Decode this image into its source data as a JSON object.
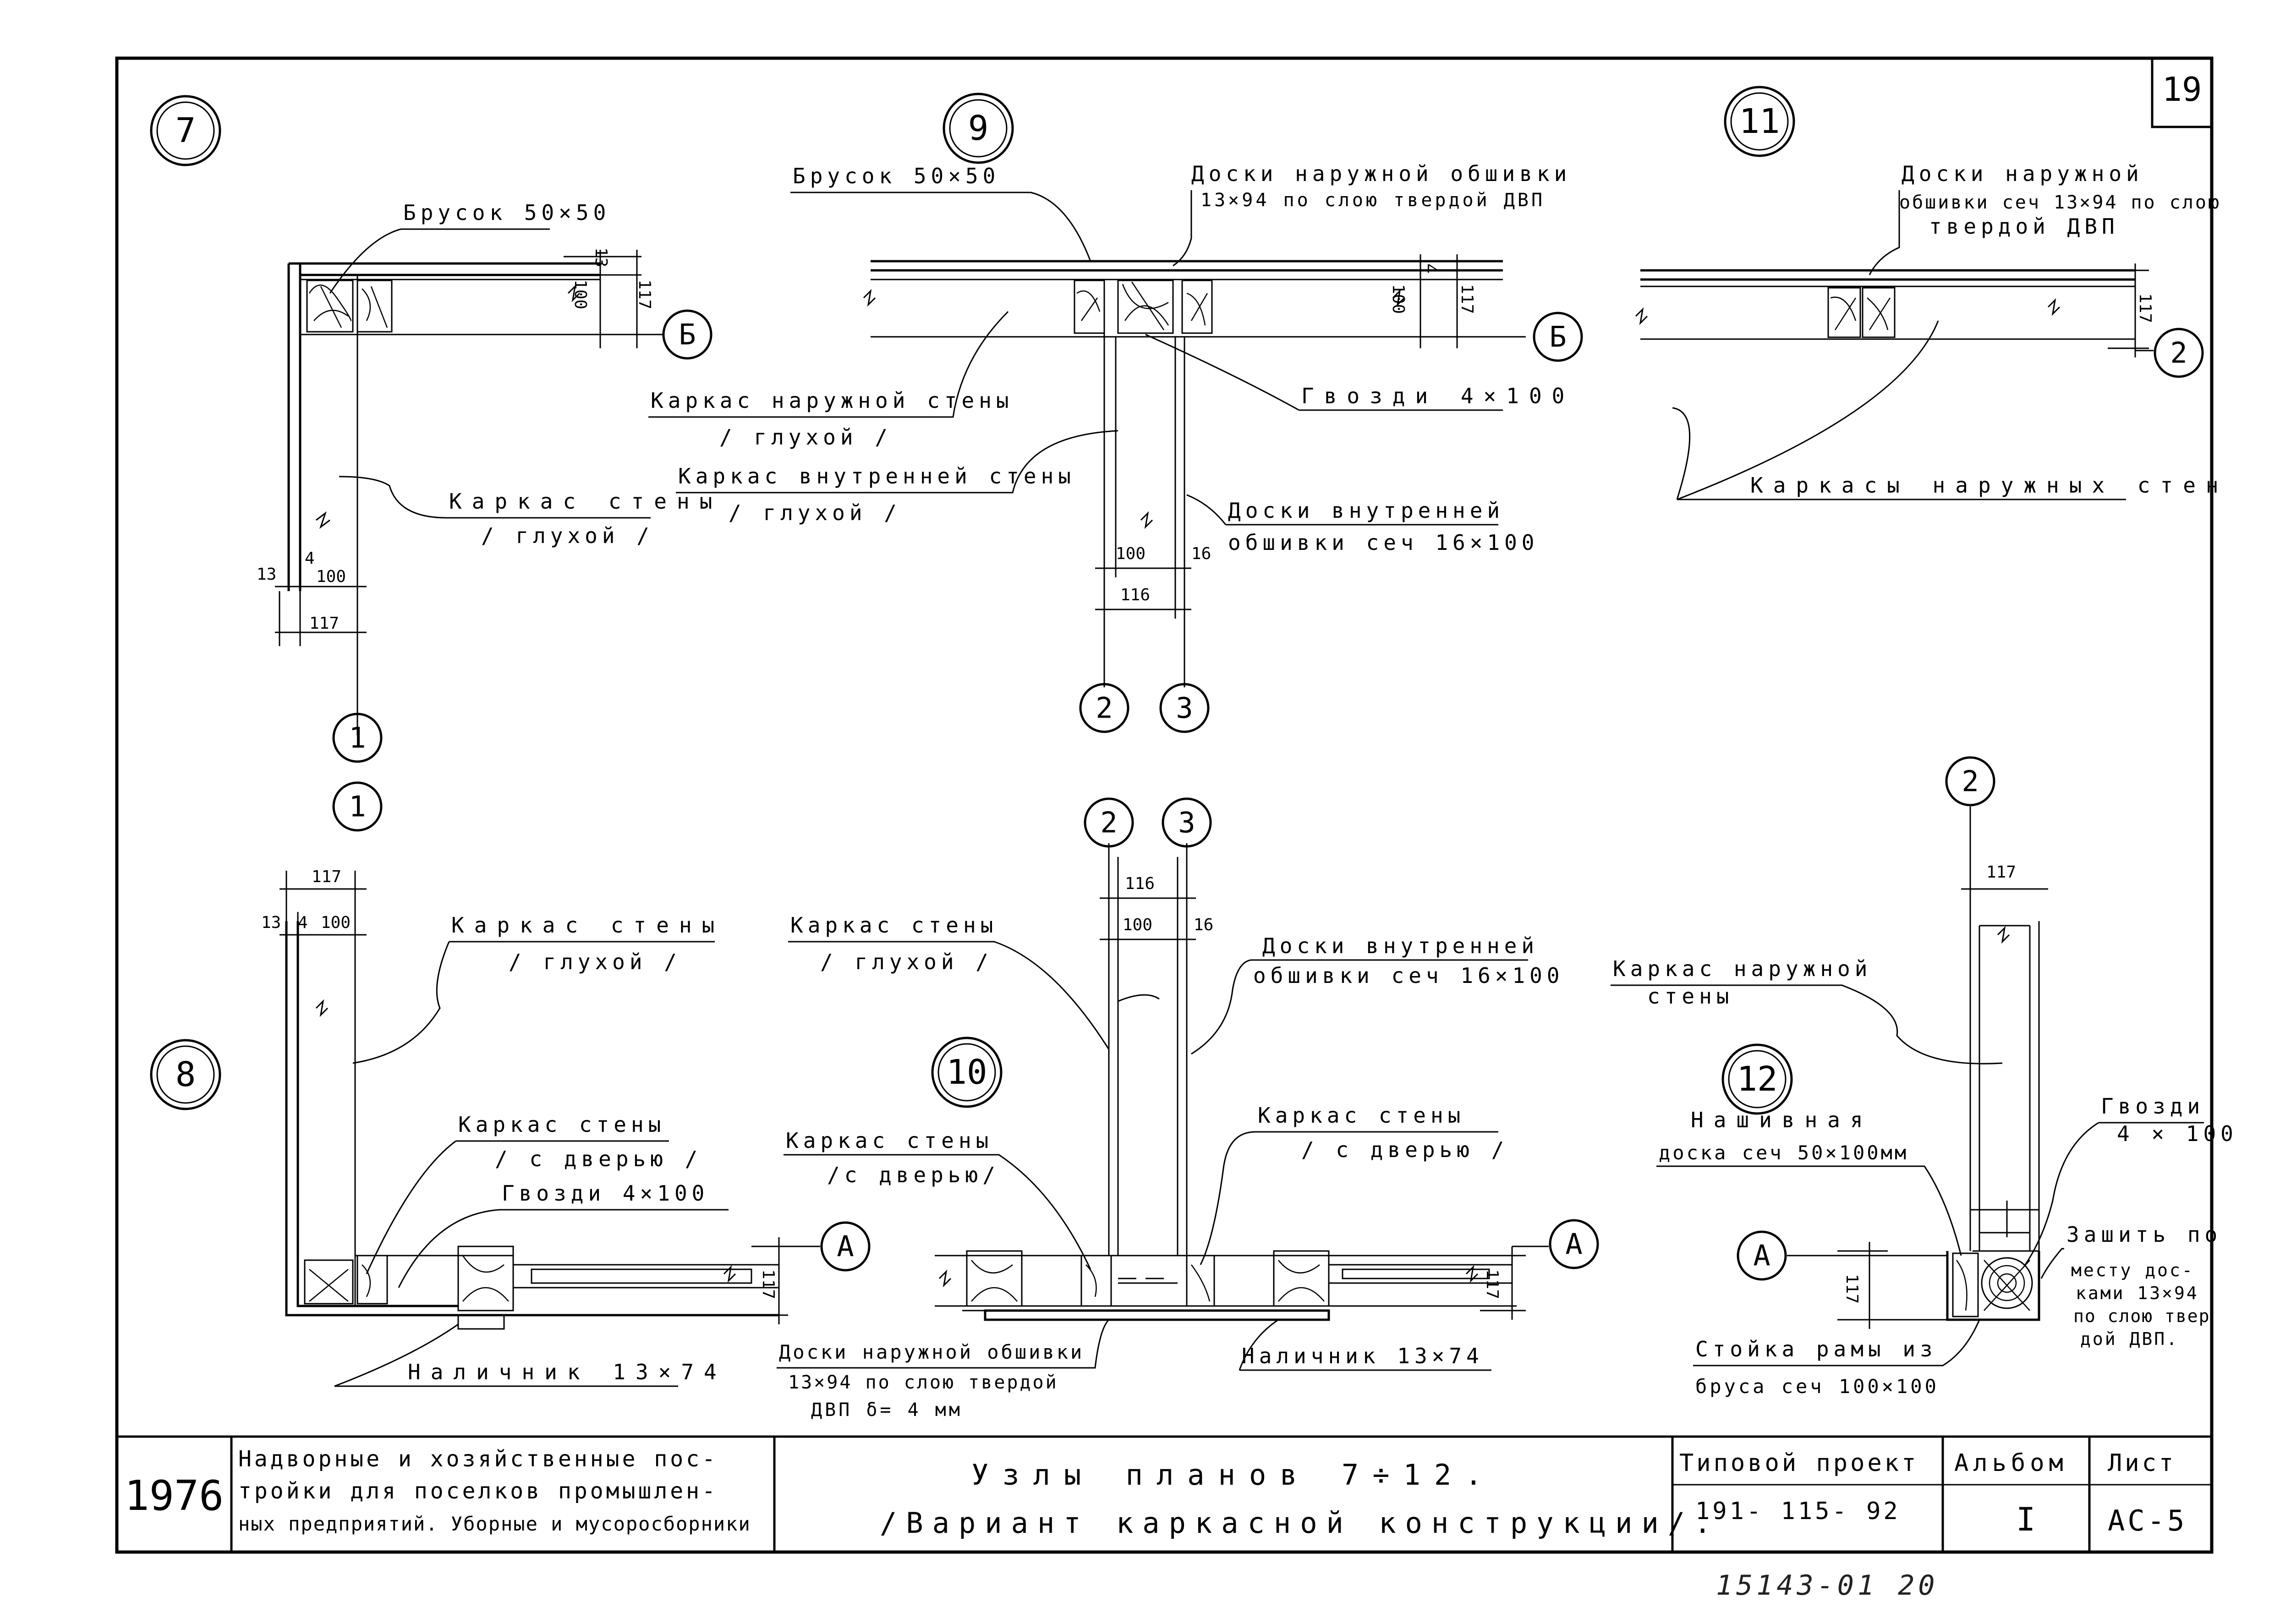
{
  "sheet": {
    "sheet_number": "19",
    "bottom_stamp": "15143-01 20"
  },
  "nodes": {
    "n7": "7",
    "n8": "8",
    "n9": "9",
    "n10": "10",
    "n11": "11",
    "n12": "12"
  },
  "axes": {
    "one": "1",
    "two": "2",
    "three": "3",
    "A": "А",
    "B": "Б"
  },
  "node7": {
    "brusok": "Брусок 50×50",
    "karkas": "Каркас стены",
    "gluhoy": "/ глухой /",
    "d13": "13",
    "d100": "100",
    "d4": "4",
    "d117": "117"
  },
  "node9": {
    "brusok": "Брусок 50×50",
    "doski_nar_1": "Доски наружной обшивки",
    "doski_nar_2": "13×94 по слою твердой ДВП",
    "gvozdi": "Гвозди 4×100",
    "karkas_nar": "Каркас наружной стены",
    "gluhoy1": "/ глухой /",
    "karkas_vn": "Каркас внутренней стены",
    "gluhoy2": "/ глухой /",
    "doski_vn_1": "Доски внутренней",
    "doski_vn_2": "обшивки сеч 16×100",
    "d100": "100",
    "d16": "16",
    "d116": "116",
    "d117": "117",
    "d100v": "100",
    "d4": "4"
  },
  "node11": {
    "doski_1": "Доски наружной",
    "doski_2": "обшивки сеч 13×94 по слою",
    "doski_3": "твердой ДВП",
    "karkasy": "Каркасы наружных стен",
    "d117": "117"
  },
  "node8": {
    "karkas": "Каркас стены",
    "gluhoy": "/ глухой /",
    "karkas_dv": "Каркас стены",
    "s_dveryu": "/ с дверью /",
    "gvozdi": "Гвозди 4×100",
    "nalichnik": "Наличник 13×74",
    "d117": "117",
    "d13": "13",
    "d4": "4",
    "d100": "100",
    "d117v": "117"
  },
  "node10": {
    "karkas_gl": "Каркас стены",
    "gluhoy": "/ глухой /",
    "doski_vn_1": "Доски внутренней",
    "doski_vn_2": "обшивки сеч 16×100",
    "karkas_dv_l": "Каркас стены",
    "s_dveryu_l": "/с дверью/",
    "karkas_dv_r": "Каркас стены",
    "s_dveryu_r": "/ с дверью /",
    "doski_nar_1": "Доски наружной обшивки",
    "doski_nar_2": "13×94 по слою твердой",
    "doski_nar_3": "ДВП δ= 4 мм",
    "nalichnik": "Наличник 13×74",
    "d116": "116",
    "d100": "100",
    "d16": "16",
    "d117": "117"
  },
  "node12": {
    "karkas_1": "Каркас наружной",
    "karkas_2": "стены",
    "nashivnaya_1": "Нашивная",
    "nashivnaya_2": "доска сеч 50×100мм",
    "gvozdi_1": "Гвозди",
    "gvozdi_2": "4 × 100",
    "zashit_1": "Зашить по",
    "zashit_2": "месту дос-",
    "zashit_3": "ками 13×94",
    "zashit_4": "по слою твер",
    "zashit_5": "дой ДВП.",
    "stoyka_1": "Стойка рамы из",
    "stoyka_2": "бруса сеч 100×100",
    "d117": "117",
    "d117v": "117"
  },
  "title_block": {
    "year": "1976",
    "project_1": "Надворные и хозяйственные пос-",
    "project_2": "тройки для поселков промышлен-",
    "project_3": "ных предприятий. Уборные и мусоросборники",
    "title_1": "Узлы планов 7÷12.",
    "title_2": "/Вариант каркасной конструкции/.",
    "tipovoy_label": "Типовой проект",
    "tipovoy_value": "191- 115- 92",
    "album_label": "Альбом",
    "album_value": "I",
    "list_label": "Лист",
    "list_value": "АС-5"
  }
}
